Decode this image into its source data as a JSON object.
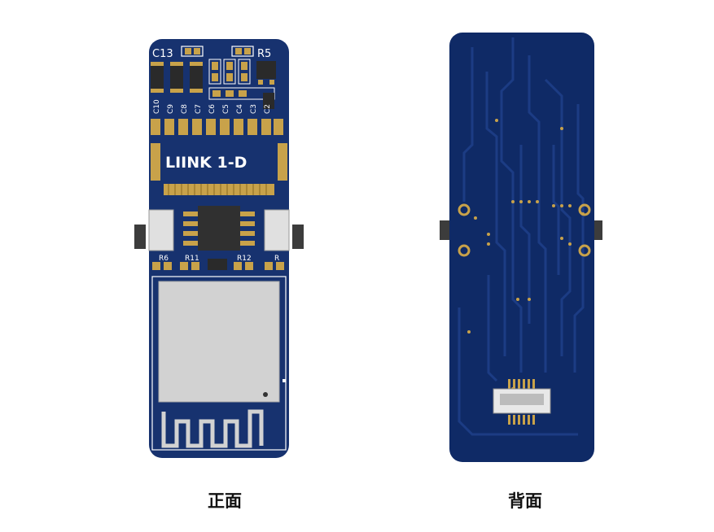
{
  "front": {
    "caption": "正面",
    "silkscreen": {
      "c13": "C13",
      "r5": "R5",
      "logo": "LIINK 1-D",
      "r6": "R6",
      "r11": "R11",
      "r12": "R12",
      "r_right": "R",
      "cap_labels": [
        "C10",
        "C9",
        "C8",
        "C7",
        "C6",
        "C5",
        "C4",
        "C3",
        "C2"
      ]
    }
  },
  "back": {
    "caption": "背面"
  },
  "colors": {
    "pcb_front": "#17326f",
    "pcb_back": "#0f2a66",
    "gold": "#c8a24a",
    "shield": "#d2d2d2"
  }
}
